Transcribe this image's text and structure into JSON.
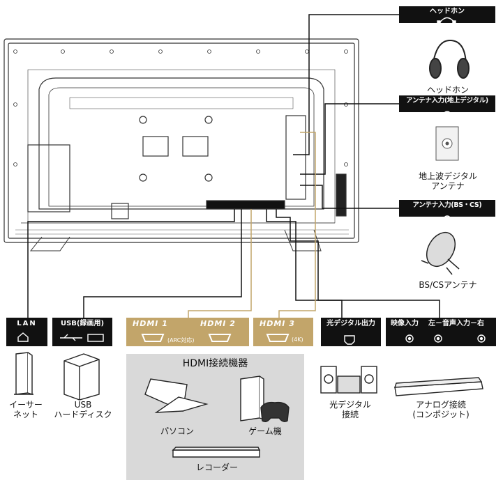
{
  "headphone": {
    "header": "ヘッドホン",
    "device_label": "ヘッドホン"
  },
  "antenna_terrestrial": {
    "header": "アンテナ入力(地上デジタル)",
    "device_label": "地上波デジタル\nアンテナ"
  },
  "antenna_bscs": {
    "header": "アンテナ入力(BS・CS)",
    "device_label": "BS/CSアンテナ"
  },
  "lan": {
    "header": "LAN",
    "device_label": "イーサー\nネット"
  },
  "usb": {
    "header": "USB(録画用)",
    "device_label": "USB\nハードディスク"
  },
  "hdmi": {
    "port1": "HDMI 1",
    "port1_note": "(ARC対応)",
    "port2": "HDMI 2",
    "port3": "HDMI 3",
    "port3_note": "(4K)",
    "group_title": "HDMI接続機器",
    "devices": [
      "パソコン",
      "ゲーム機",
      "レコーダー"
    ]
  },
  "optical": {
    "header": "光デジタル出力",
    "device_label": "光デジタル\n接続"
  },
  "analog": {
    "header_video": "映像入力",
    "header_audio": "左－音声入力－右",
    "device_label": "アナログ接続\n(コンポジット)"
  },
  "colors": {
    "black": "#111111",
    "gold": "#c2a56a",
    "gray_panel": "#d9d9d9",
    "tv_line": "#333333"
  }
}
